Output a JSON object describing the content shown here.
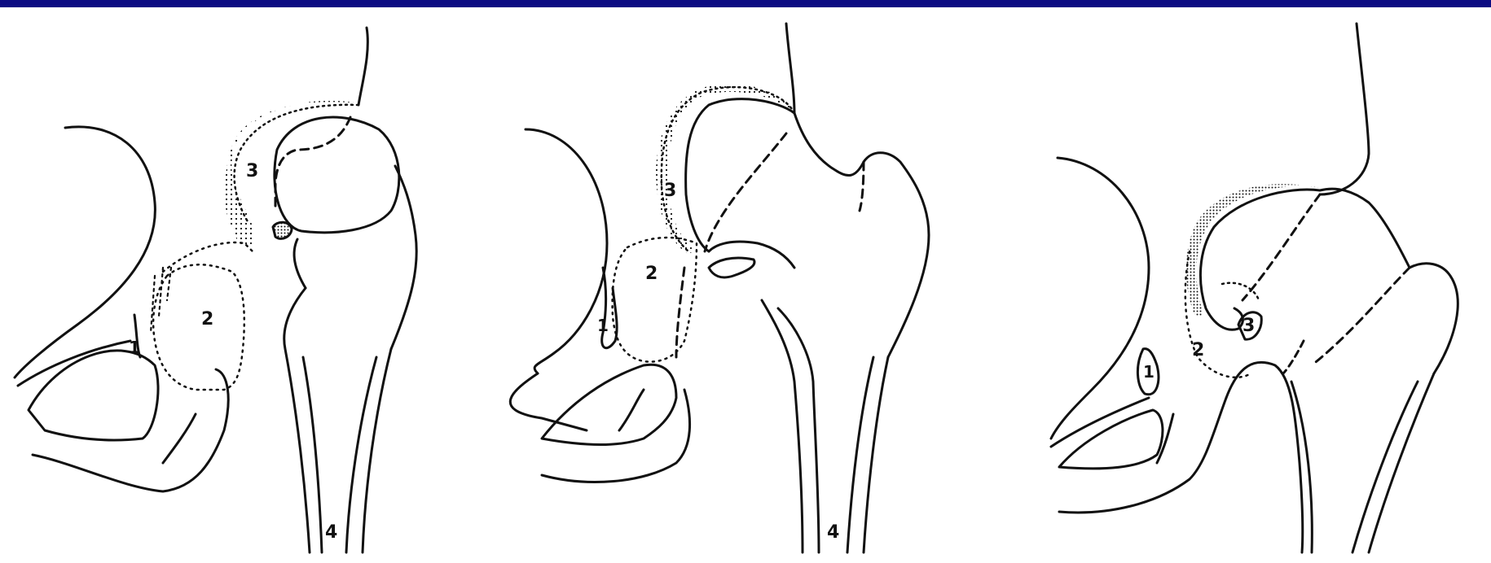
{
  "colors": {
    "top_bar": "#0a0a82",
    "ink": "#111111",
    "background": "#ffffff"
  },
  "panels": [
    {
      "name": "panel-left",
      "labels": {
        "l1": "1",
        "l2": "2",
        "l3": "3",
        "l4": "4"
      }
    },
    {
      "name": "panel-middle",
      "labels": {
        "l1": "1",
        "l2": "2",
        "l3": "3",
        "l4": "4"
      }
    },
    {
      "name": "panel-right",
      "labels": {
        "l1": "1",
        "l2": "2",
        "l3": "3"
      }
    }
  ]
}
